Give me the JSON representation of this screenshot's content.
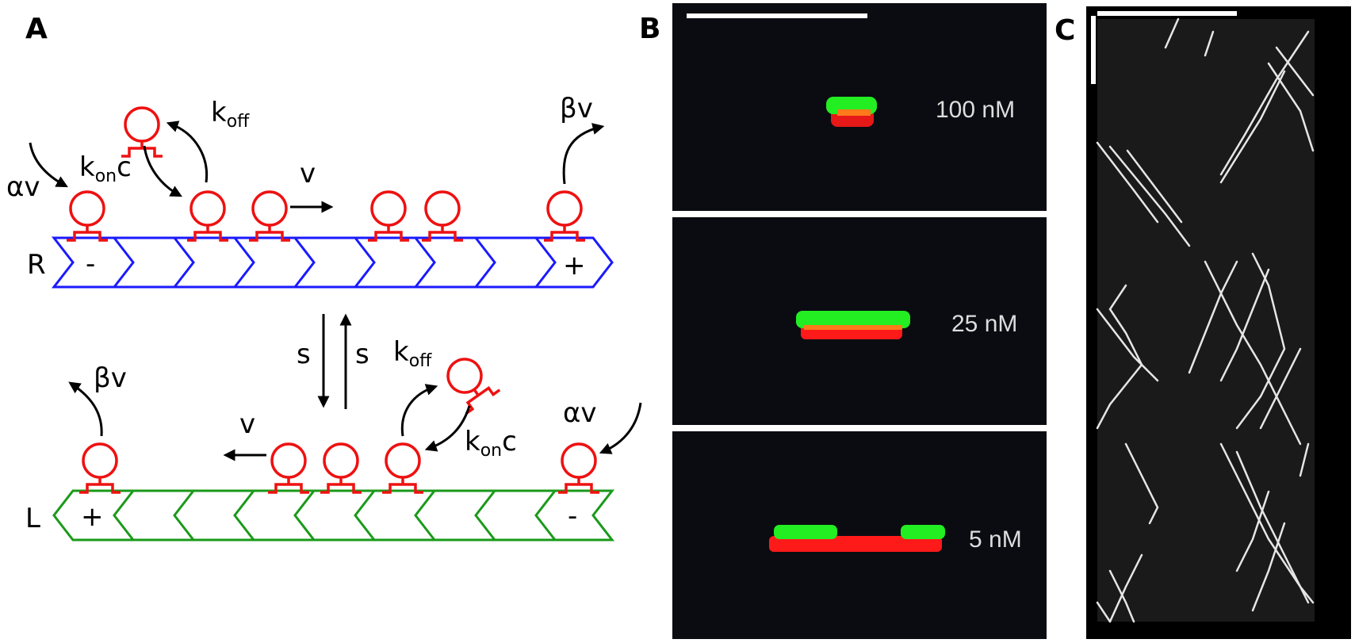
{
  "panels": {
    "a": "A",
    "b": "B",
    "c": "C"
  },
  "panelA": {
    "track_R": {
      "label": "R",
      "left_end": "-",
      "right_end": "+"
    },
    "track_L": {
      "label": "L",
      "left_end": "+",
      "right_end": "-"
    },
    "rates": {
      "alpha_v": "αv",
      "beta_v": "βv",
      "k": "k",
      "on": "on",
      "off": "off",
      "c": "c",
      "v": "v",
      "s": "s"
    },
    "colors": {
      "R_track": "#1a1aff",
      "L_track": "#1a9a1a",
      "motor": "#ee1111",
      "arrow": "#000000"
    }
  },
  "panelB": {
    "images": [
      {
        "concentration": "100 nM"
      },
      {
        "concentration": "25 nM"
      },
      {
        "concentration": "5 nM"
      }
    ],
    "colors": {
      "green": "#22ee22",
      "red": "#ff1a1a",
      "background": "#0b0c12"
    }
  },
  "panelC": {
    "type": "kymograph",
    "colors": {
      "background": "#1a1a1a",
      "trace": "#e6e6e6"
    }
  }
}
